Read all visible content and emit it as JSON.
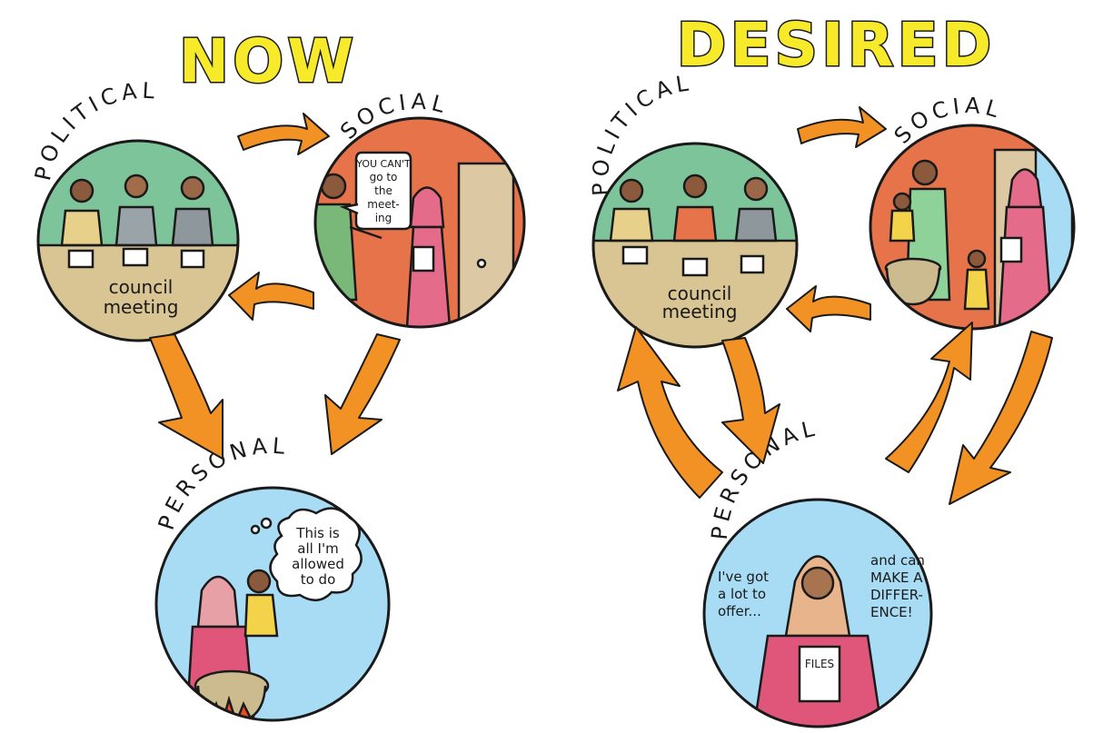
{
  "headings": {
    "now": "NOW",
    "desired": "DESIRED"
  },
  "circles": {
    "political": "POLITICAL",
    "social": "SOCIAL",
    "personal": "PERSONAL"
  },
  "captions": {
    "council_line1": "council",
    "council_line2": "meeting"
  },
  "speech": {
    "social_now": [
      "YOU CAN'T",
      "go to",
      "the",
      "meet-",
      "ing"
    ],
    "personal_now": [
      "This is",
      "all I'm",
      "allowed",
      "to do"
    ],
    "personal_desired_left": [
      "I've got",
      "a lot to",
      "offer..."
    ],
    "personal_desired_right": [
      "and can",
      "MAKE A",
      "DIFFER-",
      "ENCE!"
    ]
  },
  "labels": {
    "files": "FILES"
  },
  "colors": {
    "political": "#7dc49a",
    "table": "#d9c594",
    "social": "#e7734a",
    "personal": "#a8dcf4",
    "arrow": "#f39224",
    "heading": "#f6ea2a"
  }
}
